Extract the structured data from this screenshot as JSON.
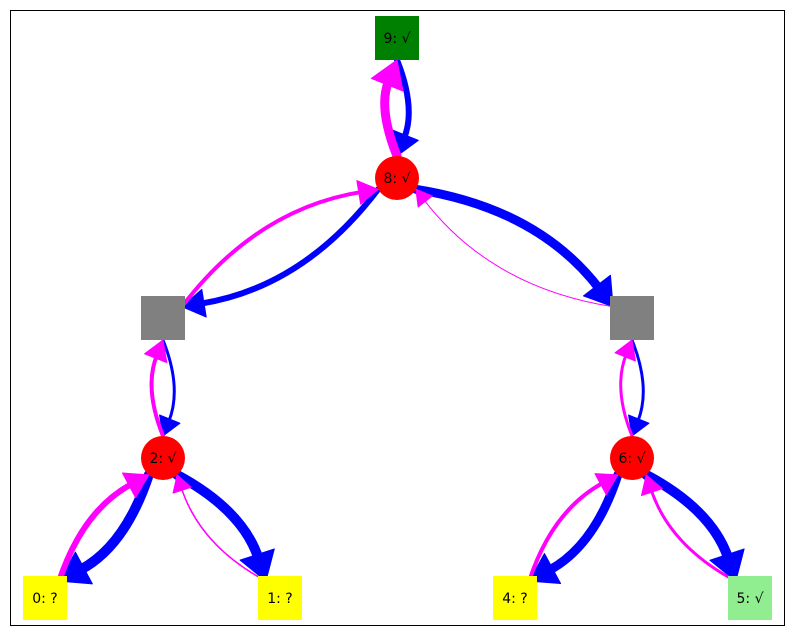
{
  "colors": {
    "down_edge": "#0000ff",
    "up_edge": "#ff00ff",
    "frame": "#000000",
    "background": "#ffffff"
  },
  "nodes": [
    {
      "id": "n9",
      "shape": "square",
      "label": "9: √",
      "color": "#008000"
    },
    {
      "id": "n8",
      "shape": "circle",
      "label": "8: √",
      "color": "#ff0000"
    },
    {
      "id": "gl",
      "shape": "square",
      "label": "",
      "color": "#808080"
    },
    {
      "id": "gr",
      "shape": "square",
      "label": "",
      "color": "#808080"
    },
    {
      "id": "n2",
      "shape": "circle",
      "label": "2: √",
      "color": "#ff0000"
    },
    {
      "id": "n6",
      "shape": "circle",
      "label": "6: √",
      "color": "#ff0000"
    },
    {
      "id": "n0",
      "shape": "square",
      "label": "0: ?",
      "color": "#ffff00"
    },
    {
      "id": "n1",
      "shape": "square",
      "label": "1: ?",
      "color": "#ffff00"
    },
    {
      "id": "n4",
      "shape": "square",
      "label": "4: ?",
      "color": "#ffff00"
    },
    {
      "id": "n5",
      "shape": "square",
      "label": "5: √",
      "color": "#90ee90"
    }
  ],
  "edges": [
    {
      "from": "n9",
      "to": "n8",
      "kind": "down",
      "weight": 6
    },
    {
      "from": "n8",
      "to": "n9",
      "kind": "up",
      "weight": 9
    },
    {
      "from": "n8",
      "to": "gl",
      "kind": "down",
      "weight": 6
    },
    {
      "from": "gl",
      "to": "n8",
      "kind": "up",
      "weight": 4
    },
    {
      "from": "n8",
      "to": "gr",
      "kind": "down",
      "weight": 9
    },
    {
      "from": "gr",
      "to": "n8",
      "kind": "up",
      "weight": 1
    },
    {
      "from": "gl",
      "to": "n2",
      "kind": "down",
      "weight": 3
    },
    {
      "from": "n2",
      "to": "gl",
      "kind": "up",
      "weight": 4
    },
    {
      "from": "gr",
      "to": "n6",
      "kind": "down",
      "weight": 3
    },
    {
      "from": "n6",
      "to": "gr",
      "kind": "up",
      "weight": 3
    },
    {
      "from": "n2",
      "to": "n0",
      "kind": "down",
      "weight": 10
    },
    {
      "from": "n0",
      "to": "n2",
      "kind": "up",
      "weight": 6
    },
    {
      "from": "n2",
      "to": "n1",
      "kind": "down",
      "weight": 10
    },
    {
      "from": "n1",
      "to": "n2",
      "kind": "up",
      "weight": 1.5
    },
    {
      "from": "n6",
      "to": "n4",
      "kind": "down",
      "weight": 9
    },
    {
      "from": "n4",
      "to": "n6",
      "kind": "up",
      "weight": 4
    },
    {
      "from": "n6",
      "to": "n5",
      "kind": "down",
      "weight": 10
    },
    {
      "from": "n5",
      "to": "n6",
      "kind": "up",
      "weight": 3
    }
  ]
}
